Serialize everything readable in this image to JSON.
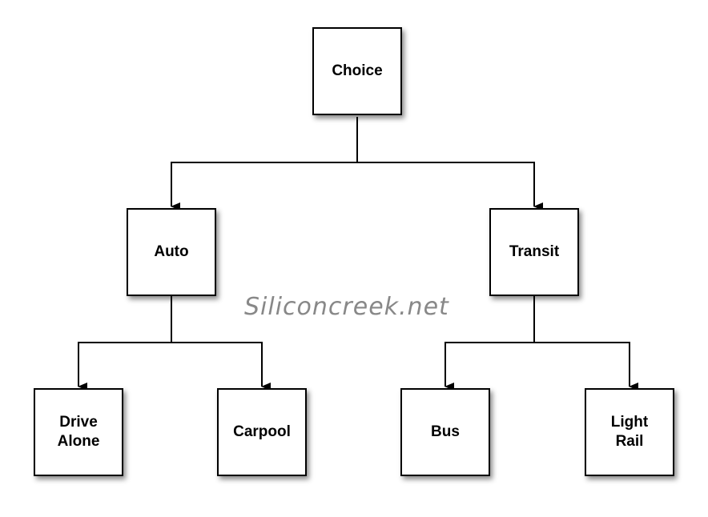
{
  "nodes": {
    "choice": "Choice",
    "auto": "Auto",
    "transit": "Transit",
    "drive_alone": "Drive\nAlone",
    "carpool": "Carpool",
    "bus": "Bus",
    "light_rail": "Light\nRail"
  },
  "watermark": "Siliconcreek.net",
  "edges": [
    {
      "from": "choice",
      "to": "auto"
    },
    {
      "from": "choice",
      "to": "transit"
    },
    {
      "from": "auto",
      "to": "drive_alone"
    },
    {
      "from": "auto",
      "to": "carpool"
    },
    {
      "from": "transit",
      "to": "bus"
    },
    {
      "from": "transit",
      "to": "light_rail"
    }
  ]
}
